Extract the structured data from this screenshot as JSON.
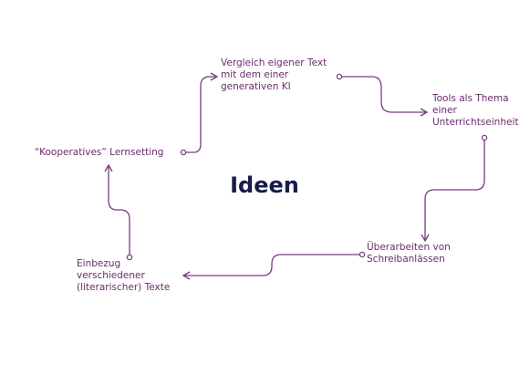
{
  "diagram": {
    "title": "Ideen",
    "nodes": [
      {
        "id": "vergleich",
        "label": "Vergleich eigener Text\nmit dem einer\ngenerativen KI"
      },
      {
        "id": "tools",
        "label": "Tools als Thema\neiner\nUnterrichtseinheit"
      },
      {
        "id": "ueber",
        "label": "Überarbeiten von\nSchreibanlässen"
      },
      {
        "id": "einbezug",
        "label": "Einbezug\nverschiedener\n(literarischer) Texte"
      },
      {
        "id": "koop",
        "label": "“Kooperatives” Lernsetting"
      }
    ],
    "edges": [
      {
        "from": "koop",
        "to": "vergleich"
      },
      {
        "from": "vergleich",
        "to": "tools"
      },
      {
        "from": "tools",
        "to": "ueber"
      },
      {
        "from": "ueber",
        "to": "einbezug"
      },
      {
        "from": "einbezug",
        "to": "koop"
      }
    ],
    "colors": {
      "connector": "#7a3a7e",
      "node_text": "#6b2a6e",
      "title": "#161b4a",
      "background": "#ffffff"
    }
  }
}
